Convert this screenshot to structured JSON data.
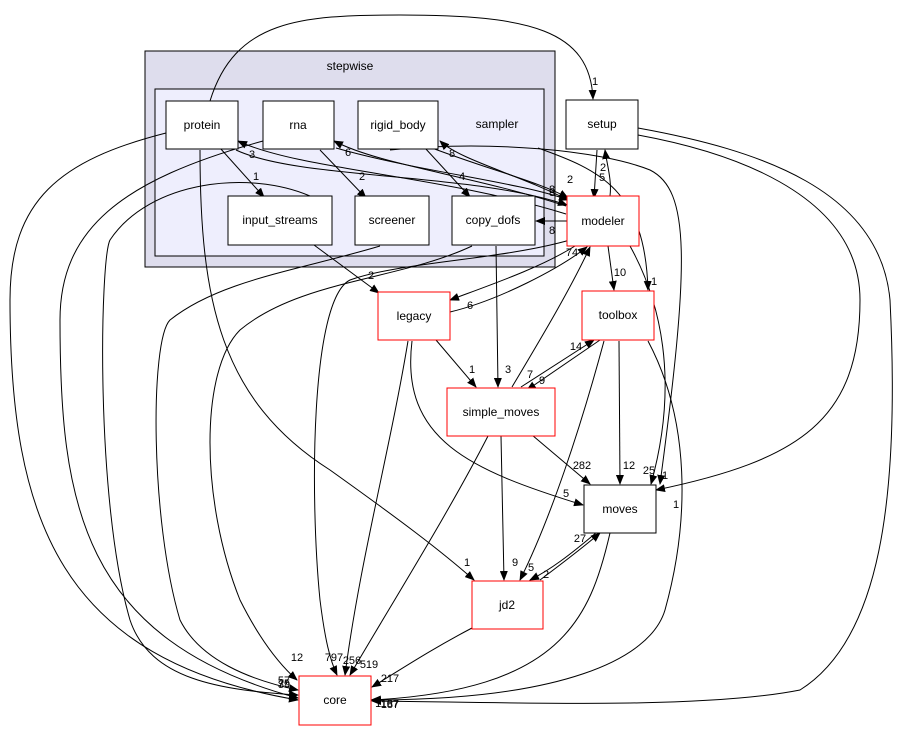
{
  "clusters": {
    "outer_label": "stepwise",
    "inner_label": "sampler"
  },
  "nodes": {
    "protein": "protein",
    "rna": "rna",
    "rigid_body": "rigid_body",
    "input_streams": "input_streams",
    "screener": "screener",
    "copy_dofs": "copy_dofs",
    "setup": "setup",
    "modeler": "modeler",
    "legacy": "legacy",
    "toolbox": "toolbox",
    "simple_moves": "simple_moves",
    "moves": "moves",
    "jd2": "jd2",
    "core": "core"
  },
  "edge_labels": {
    "protein_to_setup": "1",
    "protein_to_input_streams": "1",
    "rna_to_screener": "2",
    "rigid_body_to_copy_dofs": "4",
    "modeler_to_protein": "3",
    "modeler_to_rna": "6",
    "modeler_to_rigid_body": "8",
    "to_modeler_a": "2",
    "to_modeler_b": "8",
    "to_modeler_c": "8",
    "setup_to_modeler_a": "2",
    "setup_to_modeler_b": "5",
    "modeler_to_copy_dofs": "8",
    "input_streams_to_legacy": "2",
    "legacy_to_modeler": "74",
    "modeler_to_legacy": "6",
    "modeler_to_toolbox": "10",
    "to_toolbox": "1",
    "legacy_to_simple_moves": "1",
    "copy_dofs_to_simple_moves": "3",
    "modeler_to_simple_moves": "7",
    "simple_moves_to_toolbox": "14",
    "toolbox_to_simple_moves": "9",
    "simple_moves_to_moves": "282",
    "toolbox_to_moves": "12",
    "modeler_to_moves": "25",
    "setup_to_moves": "1",
    "legacy_to_moves": "5",
    "toolbox_to_core": "1",
    "moves_to_jd2": "27",
    "simple_moves_to_jd2": "9",
    "toolbox_to_jd2": "5",
    "jd2_to_moves": "2",
    "protein_to_jd2": "1",
    "copy_dofs_to_core": "12",
    "legacy_to_core": "797",
    "simple_moves_to_core": "256",
    "modeler_to_core": "519",
    "jd2_to_core": "217",
    "core_left_a": "57",
    "core_left_b": "75",
    "core_left_c": "39",
    "core_right_a": "1167",
    "core_right_b": "187"
  }
}
